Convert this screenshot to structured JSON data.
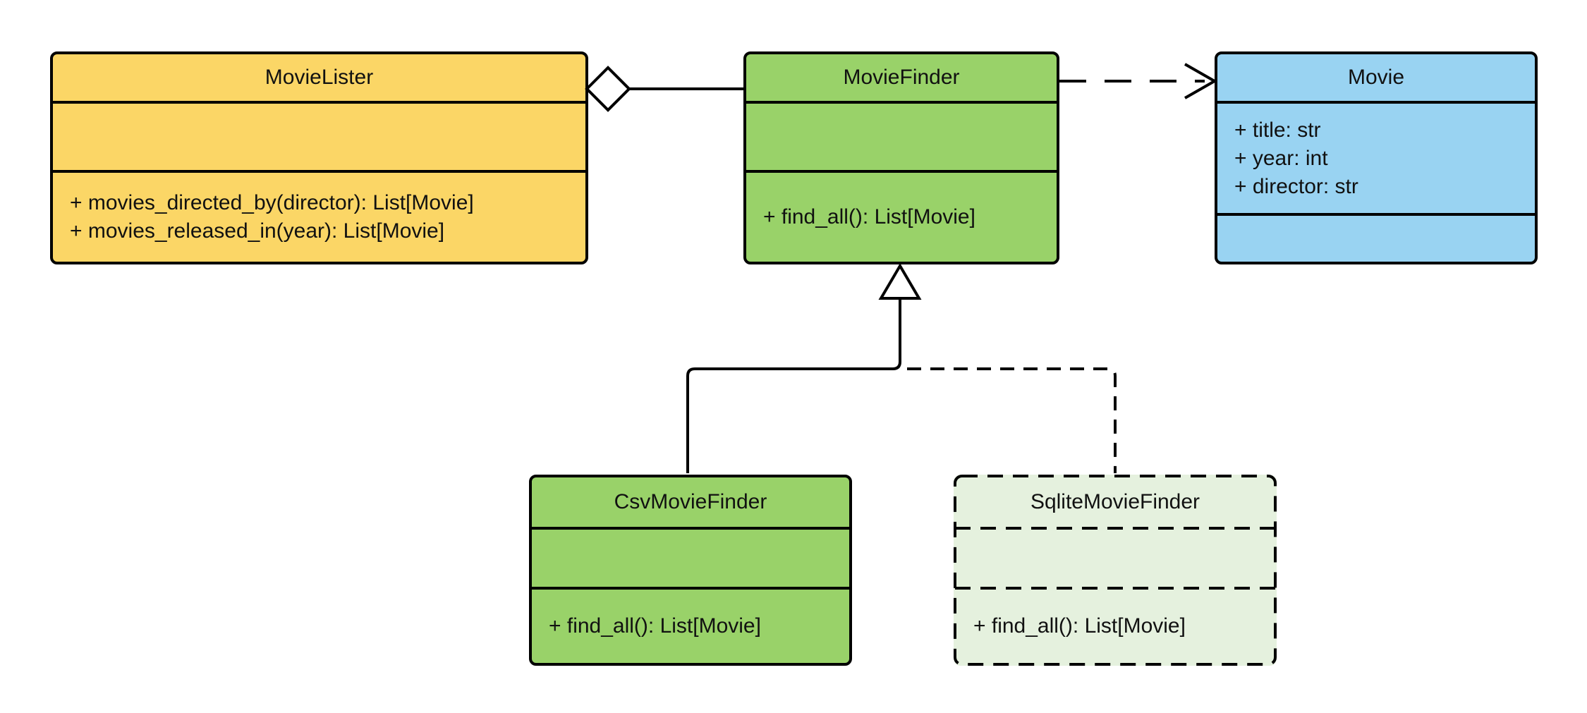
{
  "diagram": {
    "type": "uml-class-diagram",
    "background_color": "#ffffff",
    "stroke_color": "#000000",
    "classes": [
      {
        "name": "MovieLister",
        "fill": "#FBD666",
        "border_style": "solid",
        "attributes": [],
        "methods": [
          "+ movies_directed_by(director): List[Movie]",
          "+ movies_released_in(year): List[Movie]"
        ]
      },
      {
        "name": "MovieFinder",
        "fill": "#99D269",
        "border_style": "solid",
        "attributes": [],
        "methods": [
          "+ find_all(): List[Movie]"
        ]
      },
      {
        "name": "Movie",
        "fill": "#99D3F2",
        "border_style": "solid",
        "attributes": [
          "+ title: str",
          "+ year: int",
          "+ director: str"
        ],
        "methods": []
      },
      {
        "name": "CsvMovieFinder",
        "fill": "#99D269",
        "border_style": "solid",
        "attributes": [],
        "methods": [
          "+ find_all(): List[Movie]"
        ]
      },
      {
        "name": "SqliteMovieFinder",
        "fill": "#E5F1DE",
        "border_style": "dashed",
        "attributes": [],
        "methods": [
          "+ find_all(): List[Movie]"
        ]
      }
    ],
    "relationships": [
      {
        "type": "aggregation",
        "from": "MovieLister",
        "to": "MovieFinder",
        "line": "solid",
        "marker": "hollow-diamond"
      },
      {
        "type": "dependency",
        "from": "MovieFinder",
        "to": "Movie",
        "line": "dashed",
        "marker": "open-arrow"
      },
      {
        "type": "generalization",
        "from": "CsvMovieFinder",
        "to": "MovieFinder",
        "line": "solid",
        "marker": "hollow-triangle"
      },
      {
        "type": "generalization",
        "from": "SqliteMovieFinder",
        "to": "MovieFinder",
        "line": "dashed",
        "marker": "hollow-triangle"
      }
    ]
  }
}
